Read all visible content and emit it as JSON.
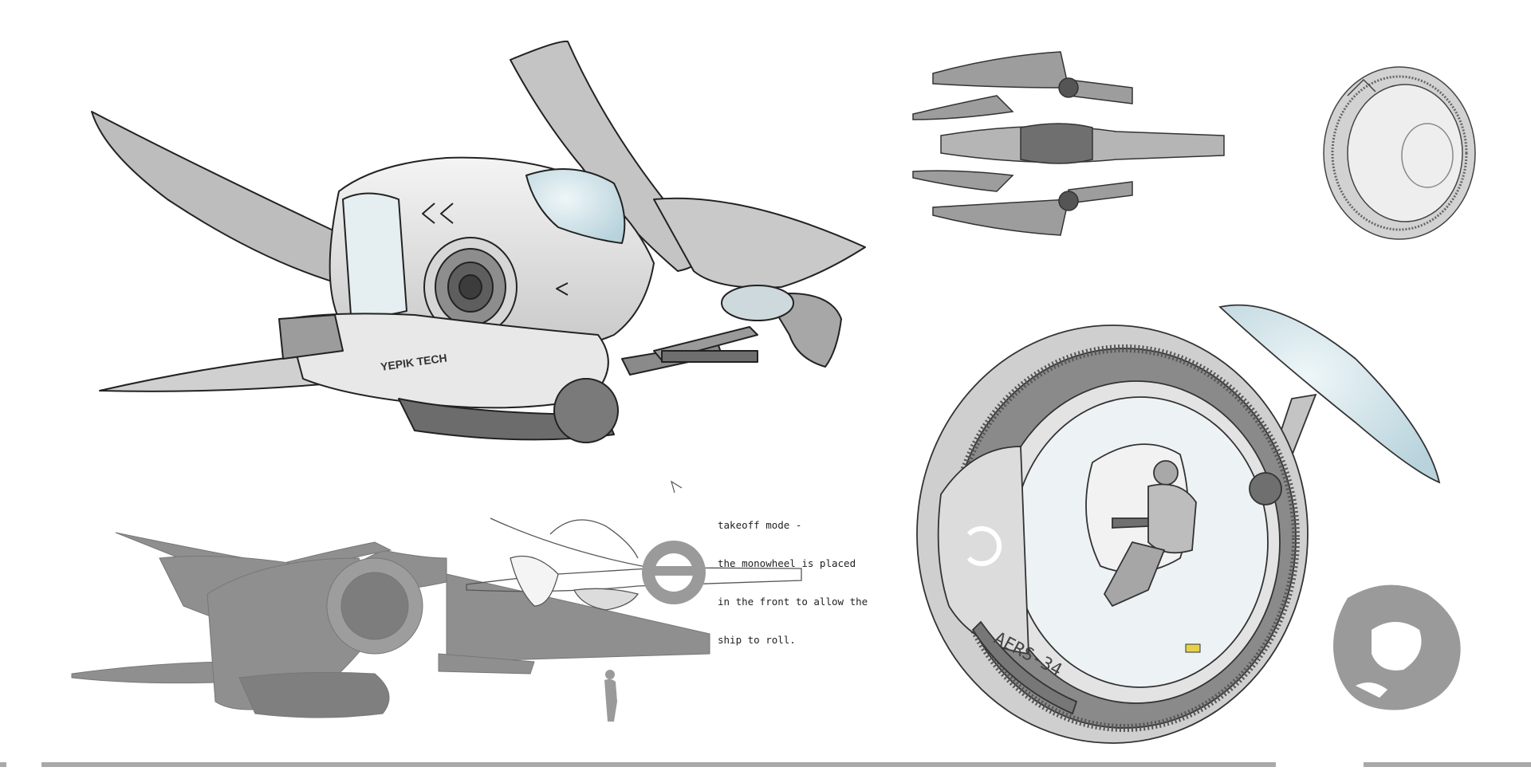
{
  "annotation": {
    "lines": [
      "takeoff mode -",
      "the monowheel is placed",
      "in the front to allow the",
      "ship to roll."
    ]
  },
  "decals": {
    "ship_brand": "YEPIK TECH",
    "wheel_id": "AERS-34"
  },
  "colors": {
    "background": "#ffffff",
    "hull_light": "#e9e9e9",
    "hull_mid": "#b9b9b9",
    "hull_dark": "#6a6a6a",
    "silhouette": "#8f8f8f",
    "glass": "#cfe3ea",
    "line": "#222222"
  }
}
